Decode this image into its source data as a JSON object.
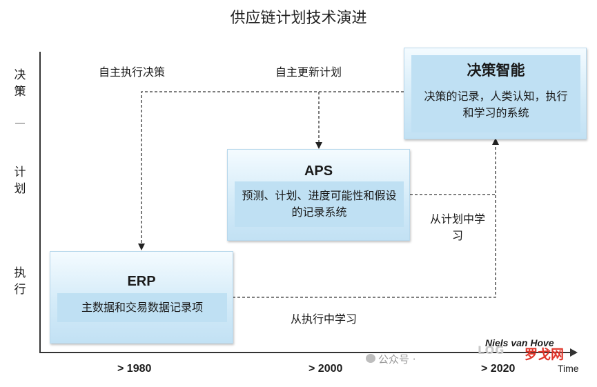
{
  "title": "供应链计划技术演进",
  "y_axis": {
    "top": "决策",
    "middle": "计划",
    "bottom": "执行"
  },
  "x_axis": {
    "ticks": [
      "> 1980",
      "> 2000",
      "> 2020"
    ],
    "label": "Time"
  },
  "notes": {
    "autonomous_execution": "自主执行决策",
    "autonomous_update": "自主更新计划",
    "learn_from_plan": "从计划中学习",
    "learn_from_execution": "从执行中学习"
  },
  "boxes": {
    "erp": {
      "title": "ERP",
      "desc": "主数据和交易数据记录项"
    },
    "aps": {
      "title": "APS",
      "desc": "预测、计划、进度可能性和假设的记录系统"
    },
    "decision": {
      "title": "决策智能",
      "desc": "决策的记录，人类认知，执行和学习的系统"
    }
  },
  "credit": "Niels van Hove",
  "watermark": {
    "text": "公众号 · ",
    "logo": "LOG",
    "logo_cn": "罗戈网"
  },
  "colors": {
    "box_fill": "#d4ebf8",
    "inner_fill": "#bfe0f3",
    "brand_red": "#e0352a"
  }
}
